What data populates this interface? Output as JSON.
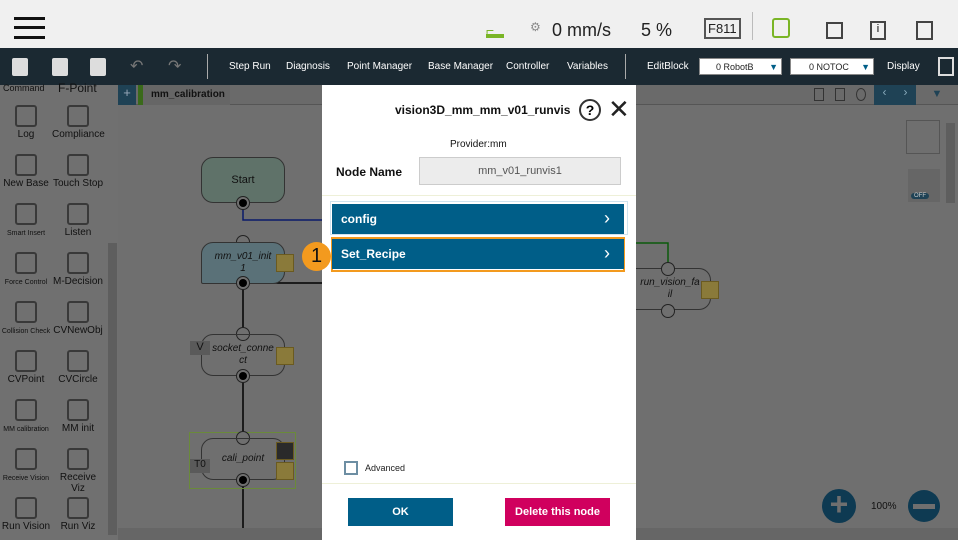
{
  "header": {
    "speed": "0 mm/s",
    "percent": "5 %",
    "mode": "F811"
  },
  "toolbar": {
    "items": [
      "Step Run",
      "Diagnosis",
      "Point Manager",
      "Base Manager",
      "Controller",
      "Variables"
    ],
    "editblock": "EditBlock",
    "robot_base": "0 RobotB",
    "tool": "0 NOTOC",
    "display": "Display"
  },
  "sidebar": {
    "header": [
      "Command",
      "F-Point"
    ],
    "items": [
      "Log",
      "Compliance",
      "New Base",
      "Touch Stop",
      "Smart Insert",
      "Listen",
      "Force Control",
      "M-Decision",
      "Collision Check",
      "CVNewObj",
      "CVPoint",
      "CVCircle",
      "MM calibration",
      "MM init",
      "Receive Vision",
      "Receive Viz",
      "Run Vision",
      "Run Viz"
    ]
  },
  "canvas": {
    "tab": "mm_calibration",
    "zoom": "100%",
    "toggle": "OFF",
    "nodes": {
      "start": "Start",
      "init": "mm_v01_init1",
      "socket": "socket_connect",
      "socket_tag": "V",
      "cali": "cali_point",
      "cali_tag": "T0",
      "fail": "run_vision_fail"
    }
  },
  "dialog": {
    "title": "vision3D_mm_mm_v01_runvis",
    "provider": "Provider:mm",
    "node_name_label": "Node Name",
    "node_name_value": "mm_v01_runvis1",
    "rows": [
      "config",
      "Set_Recipe"
    ],
    "advanced": "Advanced",
    "ok": "OK",
    "delete": "Delete this node",
    "step": "1"
  },
  "colors": {
    "accent": "#005e88",
    "delete": "#d0005e",
    "highlight": "#f39a1e"
  }
}
